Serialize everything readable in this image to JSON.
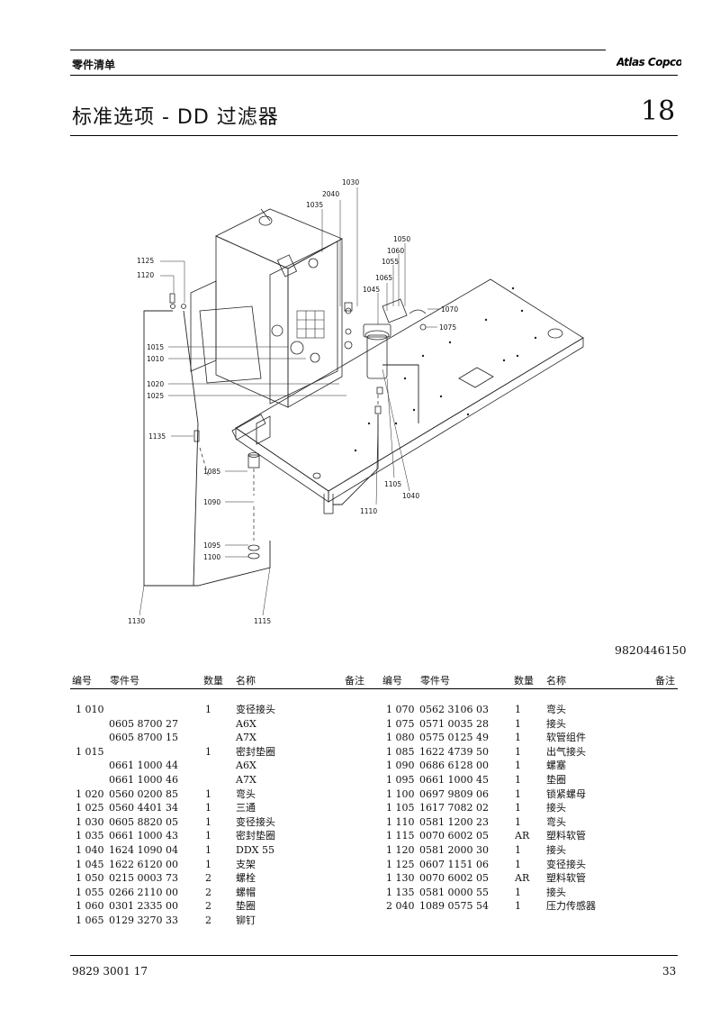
{
  "header": {
    "section_label": "零件清单",
    "brand": "Atlas Copco",
    "title": "标准选项 - DD 过滤器",
    "page_tag": "18"
  },
  "diagram": {
    "callouts": [
      "1030",
      "2040",
      "1035",
      "1125",
      "1120",
      "1050",
      "1060",
      "1055",
      "1065",
      "1045",
      "1070",
      "1075",
      "1015",
      "1010",
      "1020",
      "1025",
      "1135",
      "1085",
      "1090",
      "1105",
      "1040",
      "1110",
      "1095",
      "1100",
      "1130",
      "1115"
    ],
    "doc_number": "9820446150"
  },
  "table": {
    "headers": {
      "item": "编号",
      "part_no": "零件号",
      "qty": "数量",
      "name": "名称",
      "remark": "备注"
    },
    "left_rows": [
      {
        "item": "1 010",
        "part": "",
        "qty": "1",
        "name": "变径接头"
      },
      {
        "item": "",
        "part": "0605 8700 27",
        "qty": "",
        "name": "A6X"
      },
      {
        "item": "",
        "part": "0605 8700 15",
        "qty": "",
        "name": "A7X"
      },
      {
        "item": "1 015",
        "part": "",
        "qty": "1",
        "name": "密封垫圈"
      },
      {
        "item": "",
        "part": "0661 1000 44",
        "qty": "",
        "name": "A6X"
      },
      {
        "item": "",
        "part": "0661 1000 46",
        "qty": "",
        "name": "A7X"
      },
      {
        "item": "1 020",
        "part": "0560 0200 85",
        "qty": "1",
        "name": "弯头"
      },
      {
        "item": "1 025",
        "part": "0560 4401 34",
        "qty": "1",
        "name": "三通"
      },
      {
        "item": "1 030",
        "part": "0605 8820 05",
        "qty": "1",
        "name": "变径接头"
      },
      {
        "item": "1 035",
        "part": "0661 1000 43",
        "qty": "1",
        "name": "密封垫圈"
      },
      {
        "item": "1 040",
        "part": "1624 1090 04",
        "qty": "1",
        "name": "DDX 55"
      },
      {
        "item": "1 045",
        "part": "1622 6120 00",
        "qty": "1",
        "name": "支架"
      },
      {
        "item": "1 050",
        "part": "0215 0003 73",
        "qty": "2",
        "name": "螺栓"
      },
      {
        "item": "1 055",
        "part": "0266 2110 00",
        "qty": "2",
        "name": "螺帽"
      },
      {
        "item": "1 060",
        "part": "0301 2335 00",
        "qty": "2",
        "name": "垫圈"
      },
      {
        "item": "1 065",
        "part": "0129 3270 33",
        "qty": "2",
        "name": "铆钉"
      }
    ],
    "right_rows": [
      {
        "item": "1 070",
        "part": "0562 3106 03",
        "qty": "1",
        "name": "弯头"
      },
      {
        "item": "1 075",
        "part": "0571 0035 28",
        "qty": "1",
        "name": "接头"
      },
      {
        "item": "1 080",
        "part": "0575 0125 49",
        "qty": "1",
        "name": "软管组件"
      },
      {
        "item": "1 085",
        "part": "1622 4739 50",
        "qty": "1",
        "name": "出气接头"
      },
      {
        "item": "1 090",
        "part": "0686 6128 00",
        "qty": "1",
        "name": "螺塞"
      },
      {
        "item": "1 095",
        "part": "0661 1000 45",
        "qty": "1",
        "name": "垫圈"
      },
      {
        "item": "1 100",
        "part": "0697 9809 06",
        "qty": "1",
        "name": "锁紧螺母"
      },
      {
        "item": "1 105",
        "part": "1617 7082 02",
        "qty": "1",
        "name": "接头"
      },
      {
        "item": "1 110",
        "part": "0581 1200 23",
        "qty": "1",
        "name": "弯头"
      },
      {
        "item": "1 115",
        "part": "0070 6002 05",
        "qty": "AR",
        "name": "塑料软管"
      },
      {
        "item": "1 120",
        "part": "0581 2000 30",
        "qty": "1",
        "name": "接头"
      },
      {
        "item": "1 125",
        "part": "0607 1151 06",
        "qty": "1",
        "name": "变径接头"
      },
      {
        "item": "1 130",
        "part": "0070 6002 05",
        "qty": "AR",
        "name": "塑料软管"
      },
      {
        "item": "1 135",
        "part": "0581 0000 55",
        "qty": "1",
        "name": "接头"
      },
      {
        "item": "2 040",
        "part": "1089 0575 54",
        "qty": "1",
        "name": "压力传感器"
      }
    ]
  },
  "footer": {
    "doc_ref": "9829 3001 17",
    "page_number": "33"
  }
}
